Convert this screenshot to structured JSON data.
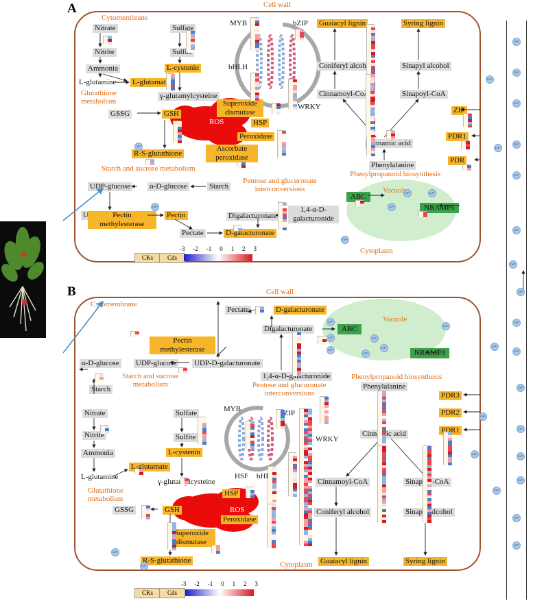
{
  "panels": {
    "a": "A",
    "b": "B"
  },
  "compartments": {
    "cell_wall": "Cell wall",
    "cytomembrane": "Cytomembrane",
    "cytoplasm": "Cytoplasm",
    "vacuole": "Vacuole"
  },
  "pathways": {
    "glutathione": [
      "Glutathione",
      "metabolism"
    ],
    "starch": "Starch and sucrose metabolism",
    "starch_b": [
      "Starch and sucrose",
      "metabolism"
    ],
    "pentose": "Pentose and glucuronate interconversions",
    "pentose_b": [
      "Pentose and glucuronate",
      "interconversions"
    ],
    "phenyl": "Phenylpropanoid biosynthesis"
  },
  "metabolites": {
    "nitrate": "Nitrate",
    "nitrite": "Nitrite",
    "ammonia": "Ammonia",
    "l_glutamine": "L-glutamine",
    "l_glutamate": "L-glutamate",
    "sulfate": "Sulfate",
    "sulfite": "Sulfite",
    "l_cystenin": "L-cystenin",
    "gamma": "γ-glutamylcysteine",
    "gssg": "GSSG",
    "gsh": "GSH",
    "rsg": "R-S-glutathione",
    "ros": "ROS",
    "sod": [
      "Superoxide",
      "dismutase"
    ],
    "hsp": "HSP",
    "peroxidase": "Peroxidase",
    "apx": [
      "Ascorbate",
      "peroxidase"
    ],
    "udp_glucose": "UDP-glucose",
    "a_glucose": "α-D-glucose",
    "starch": "Starch",
    "udp_galacturonate": "UDP-D-galacturonate",
    "pectin": "Pectin",
    "digalacturonate": "Digalacturonate",
    "tetra_galacturonide": [
      "1,4-α-D-",
      "galacturonide"
    ],
    "tetra_galacturonide_b": "1,4-α-D-galacturonide",
    "pectate": "Pectate",
    "d_galacturonate": "D-galacturonate",
    "pme": [
      "Pectin",
      "methylesterase"
    ],
    "guaiacyl": "Guaiacyl lignin",
    "syringyl": "Syring lignin",
    "coniferyl": "Coniferyl alcohol",
    "sinapyl": "Sinapyl alcohol",
    "cinnamoyl": "Cinnamoyl-CoA",
    "sinapoyl": "Sinapoyl-CoA",
    "cinnamic": "Cinnamic acid",
    "phenylalanine": "Phenylalanine"
  },
  "transporters": {
    "zip": "ZIP",
    "pdr1": "PDR1",
    "pdr": "PDR",
    "pdr2": "PDR2",
    "pdr3": "PDR3",
    "abc": "ABC",
    "nramp5": "NRAMP5",
    "nramp3": "NRAMP3"
  },
  "tfs": {
    "myb": "MYB",
    "bzip": "bZIP",
    "bhlh": "bHLH",
    "wrky": "WRKY",
    "hsf": "HSF"
  },
  "ion": "Cd²⁺",
  "legend": {
    "cks": "CKs",
    "cds": "Cds",
    "ticks": [
      "-3",
      "-2",
      "-1",
      "0",
      "1",
      "2",
      "3"
    ],
    "colors": {
      "low": "#1e1ec8",
      "mid": "#ffffff",
      "high": "#d71920",
      "cell_wall": "#a0522d",
      "pathway": "#e06a14",
      "yellow_box": "#f7b52a",
      "grey_box": "#dcdcdc",
      "green_box": "#3da04a"
    }
  }
}
